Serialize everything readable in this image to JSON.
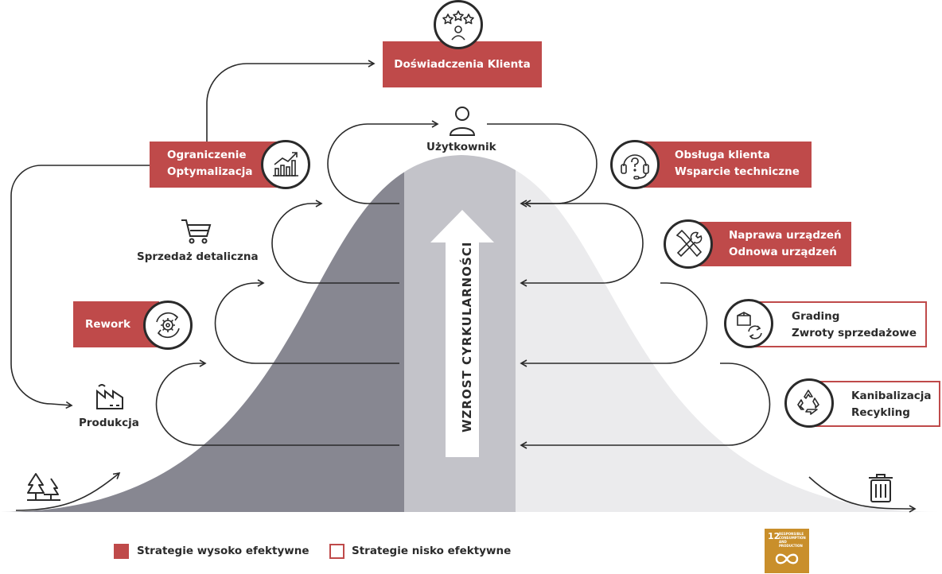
{
  "title": "Doświadczenia Klienta",
  "center_label": "Użytkownik",
  "arrow_text": "WZROST CYRKULARNOŚCI",
  "left_items": [
    {
      "lines": [
        "Ograniczenie",
        "Optymalizacja"
      ],
      "icon": "rising-chart-icon",
      "style": "filled"
    },
    {
      "lines": [
        "Sprzedaż detaliczna"
      ],
      "icon": "shopping-cart-icon",
      "style": "plain"
    },
    {
      "lines": [
        "Rework"
      ],
      "icon": "gear-cycle-icon",
      "style": "filled"
    },
    {
      "lines": [
        "Produkcja"
      ],
      "icon": "factory-icon",
      "style": "plain"
    }
  ],
  "right_items": [
    {
      "lines": [
        "Obsługa klienta",
        "Wsparcie techniczne"
      ],
      "icon": "headset-icon",
      "style": "filled"
    },
    {
      "lines": [
        "Naprawa urządzeń",
        "Odnowa urządzeń"
      ],
      "icon": "tools-icon",
      "style": "filled"
    },
    {
      "lines": [
        "Grading",
        "Zwroty sprzedażowe"
      ],
      "icon": "box-return-icon",
      "style": "outline"
    },
    {
      "lines": [
        "Kanibalizacja",
        "Recykling"
      ],
      "icon": "recycle-icon",
      "style": "outline"
    }
  ],
  "legend": [
    {
      "label": "Strategie wysoko efektywne",
      "style": "filled"
    },
    {
      "label": "Strategie nisko efektywne",
      "style": "outline"
    }
  ],
  "sdg_badge": {
    "number": "12",
    "text": "RESPONSIBLE CONSUMPTION AND PRODUCTION",
    "color": "#c98f2b"
  },
  "colors": {
    "accent": "#bf4a4a",
    "mountain_left": "#878791",
    "mountain_center": "#c3c3c9",
    "mountain_right": "#ebebed",
    "line": "#2a2a2a"
  }
}
